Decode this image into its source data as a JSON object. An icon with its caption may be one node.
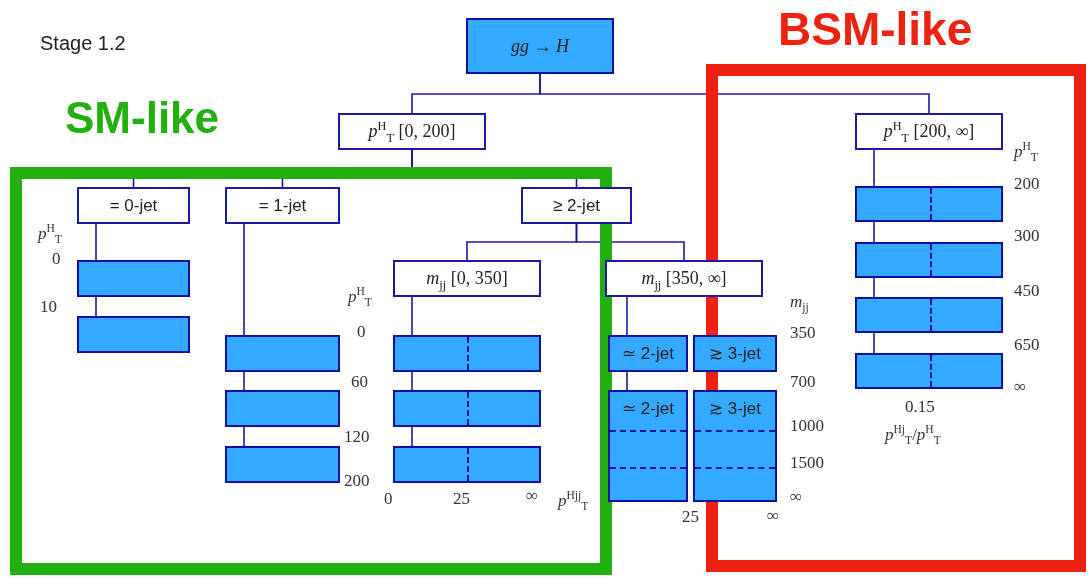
{
  "diagram": {
    "title": "Stage 1.2",
    "nodes": [
      {
        "text": [
          "*gg* → *H*"
        ]
      },
      {
        "text": [
          "SM-like"
        ]
      },
      {
        "text": [
          "BSM-like"
        ]
      },
      {
        "text": [
          "*p*$^{H}$$_{T}$ [0, 200]"
        ]
      },
      {
        "text": [
          "*p*$^{H}$$_{T}$ [200, ∞]"
        ],
        "in": 2
      },
      {
        "text": [
          "= 0-jet"
        ],
        "in": 1
      },
      {
        "text": [
          "= 1-jet"
        ],
        "in": 1
      },
      {
        "text": [
          "≥ 2-jet"
        ]
      },
      {
        "text": [
          "*m*$_{jj}$ [0, 350]"
        ],
        "in": 1
      },
      {
        "text": [
          "*m*$_{jj}$ [350, ∞]"
        ]
      },
      {
        "text": [],
        "shape": "box",
        "in": 1
      },
      {
        "text": [],
        "shape": "box",
        "in": 1
      },
      {
        "text": [],
        "shape": "box",
        "in": 1
      },
      {
        "text": [],
        "shape": "box",
        "in": 1
      },
      {
        "text": [],
        "shape": "box",
        "in": 1
      },
      {
        "text": [],
        "shape": "box",
        "in": 1
      },
      {
        "text": [],
        "shape": "box",
        "in": 1
      },
      {
        "text": [],
        "shape": "box",
        "in": 1
      },
      {
        "text": [
          "≃ 2-jet"
        ]
      },
      {
        "text": [
          "≳ 3-jet"
        ]
      },
      {
        "text": [
          "≃ 2-jet"
        ]
      },
      {
        "text": [
          "≳ 3-jet"
        ]
      },
      {
        "text": [],
        "shape": "box",
        "in": 2
      },
      {
        "text": [],
        "shape": "box",
        "in": 2
      },
      {
        "text": [],
        "shape": "box",
        "in": 2
      },
      {
        "text": [],
        "shape": "box",
        "in": 2
      }
    ],
    "edges": [
      {
        "from": 0,
        "to": 3,
        "arrow": "none"
      },
      {
        "from": 0,
        "to": 4,
        "arrow": "none"
      },
      {
        "from": 3,
        "to": 5,
        "arrow": "none"
      },
      {
        "from": 3,
        "to": 6,
        "arrow": "none"
      },
      {
        "from": 3,
        "to": 7,
        "arrow": "none"
      },
      {
        "from": 7,
        "to": 8,
        "arrow": "none"
      },
      {
        "from": 7,
        "to": 9,
        "arrow": "none"
      },
      {
        "from": 5,
        "to": 10,
        "arrow": "none"
      },
      {
        "from": 10,
        "to": 11,
        "arrow": "none"
      },
      {
        "from": 6,
        "to": 12,
        "arrow": "none"
      },
      {
        "from": 12,
        "to": 13,
        "arrow": "none"
      },
      {
        "from": 13,
        "to": 14,
        "arrow": "none"
      },
      {
        "from": 8,
        "to": 15,
        "arrow": "none"
      },
      {
        "from": 15,
        "to": 16,
        "arrow": "none"
      },
      {
        "from": 16,
        "to": 17,
        "arrow": "none"
      },
      {
        "from": 9,
        "to": 18,
        "arrow": "none"
      },
      {
        "from": 18,
        "to": 20,
        "arrow": "none"
      },
      {
        "from": 4,
        "to": 22,
        "arrow": "none"
      },
      {
        "from": 22,
        "to": 23,
        "arrow": "none"
      },
      {
        "from": 23,
        "to": 24,
        "arrow": "none"
      },
      {
        "from": 24,
        "to": 25,
        "arrow": "none"
      }
    ],
    "labels": [
      "*p*$^{H}$$_{T}$",
      "0",
      "10",
      "*p*$^{H}$$_{T}$",
      "0",
      "60",
      "120",
      "200",
      "0",
      "25",
      "∞",
      "*p*$^{Hjj}$$_{T}$",
      "25",
      "∞",
      "*m*$_{jj}$",
      "350",
      "700",
      "1000",
      "1500",
      "∞",
      "*p*$^{H}$$_{T}$",
      "200",
      "300",
      "450",
      "650",
      "∞",
      "0.15",
      "*p*$^{Hj}$$_{T}$/*p*$^{H}$$_{T}$"
    ]
  }
}
